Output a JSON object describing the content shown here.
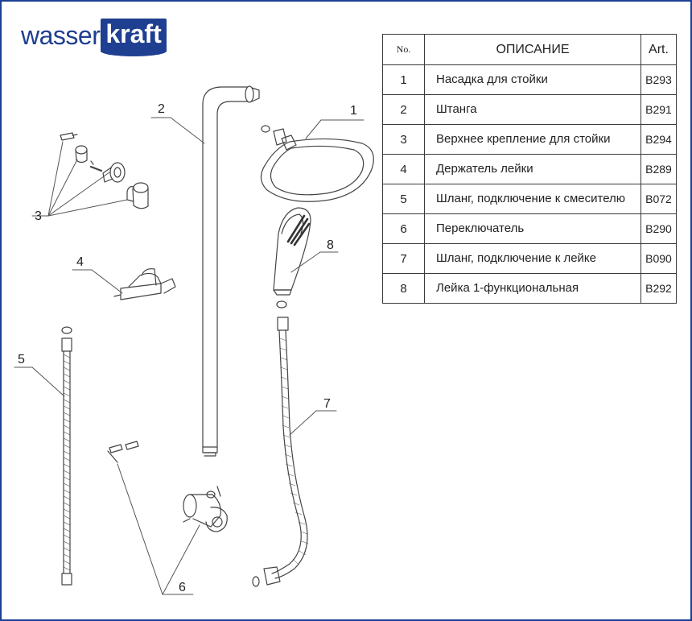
{
  "brand": {
    "part1": "wasser",
    "part2": "kraft"
  },
  "table": {
    "headers": {
      "no": "No.",
      "description": "ОПИСАНИЕ",
      "art": "Art."
    },
    "rows": [
      {
        "no": "1",
        "description": "Насадка для стойки",
        "art": "B293"
      },
      {
        "no": "2",
        "description": "Штанга",
        "art": "B291"
      },
      {
        "no": "3",
        "description": "Верхнее крепление для стойки",
        "art": "B294"
      },
      {
        "no": "4",
        "description": "Держатель лейки",
        "art": "B289"
      },
      {
        "no": "5",
        "description": "Шланг, подключение к смесителю",
        "art": "B072"
      },
      {
        "no": "6",
        "description": "Переключатель",
        "art": "B290"
      },
      {
        "no": "7",
        "description": "Шланг, подключение к лейке",
        "art": "B090"
      },
      {
        "no": "8",
        "description": "Лейка 1-функциональная",
        "art": "B292"
      }
    ]
  },
  "callouts": [
    "1",
    "2",
    "3",
    "4",
    "5",
    "6",
    "7",
    "8"
  ],
  "colors": {
    "brand": "#1f3f91",
    "frame": "#1b3f95",
    "line": "#444444"
  }
}
